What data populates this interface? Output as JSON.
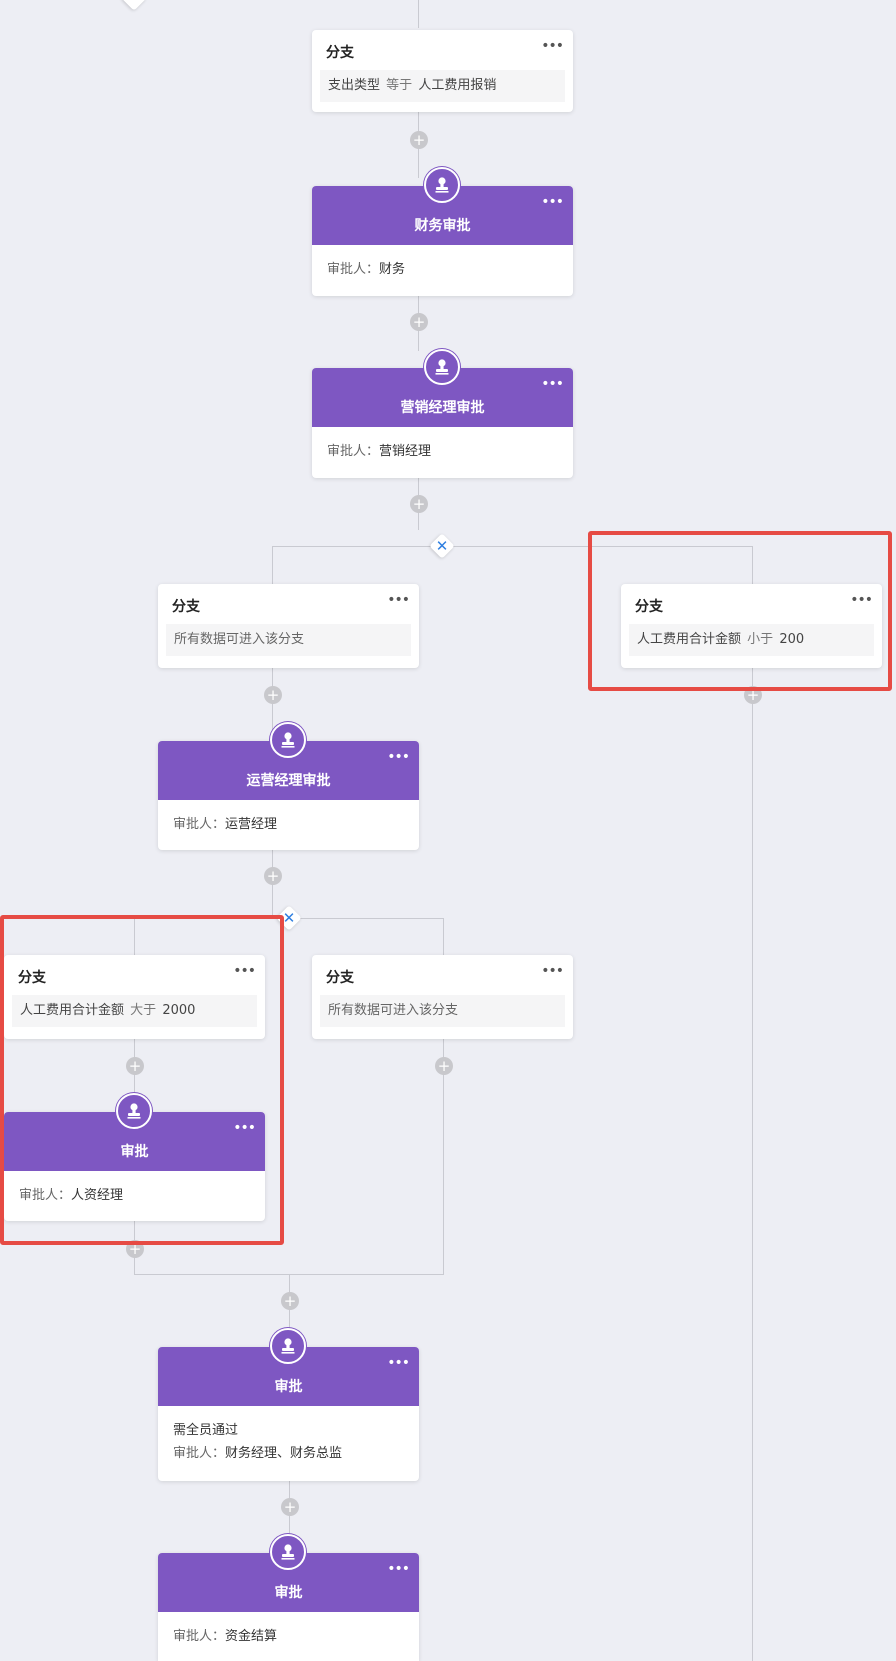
{
  "branch_title": "分支",
  "more_glyph": "•••",
  "plus_glyph": "+",
  "close_glyph": "✕",
  "accent_color": "#7e57c2",
  "highlight_color": "#e64b44",
  "approver_prefix": "审批人：",
  "nodes": {
    "branch_top": {
      "field": "支出类型",
      "op": "等于",
      "value": "人工费用报销"
    },
    "finance": {
      "title": "财务审批",
      "approver": "财务"
    },
    "marketing": {
      "title": "营销经理审批",
      "approver": "营销经理"
    },
    "branch_all_a": {
      "cond": "所有数据可进入该分支"
    },
    "branch_lt": {
      "field": "人工费用合计金额",
      "op": "小于",
      "value": "200"
    },
    "ops": {
      "title": "运营经理审批",
      "approver": "运营经理"
    },
    "branch_gt": {
      "field": "人工费用合计金额",
      "op": "大于",
      "value": "2000"
    },
    "branch_all_b": {
      "cond": "所有数据可进入该分支"
    },
    "hr": {
      "title": "审批",
      "approver": "人资经理"
    },
    "all_pass": {
      "title": "审批",
      "note": "需全员通过",
      "approver": "财务经理、财务总监"
    },
    "settle": {
      "title": "审批",
      "approver": "资金结算"
    }
  }
}
